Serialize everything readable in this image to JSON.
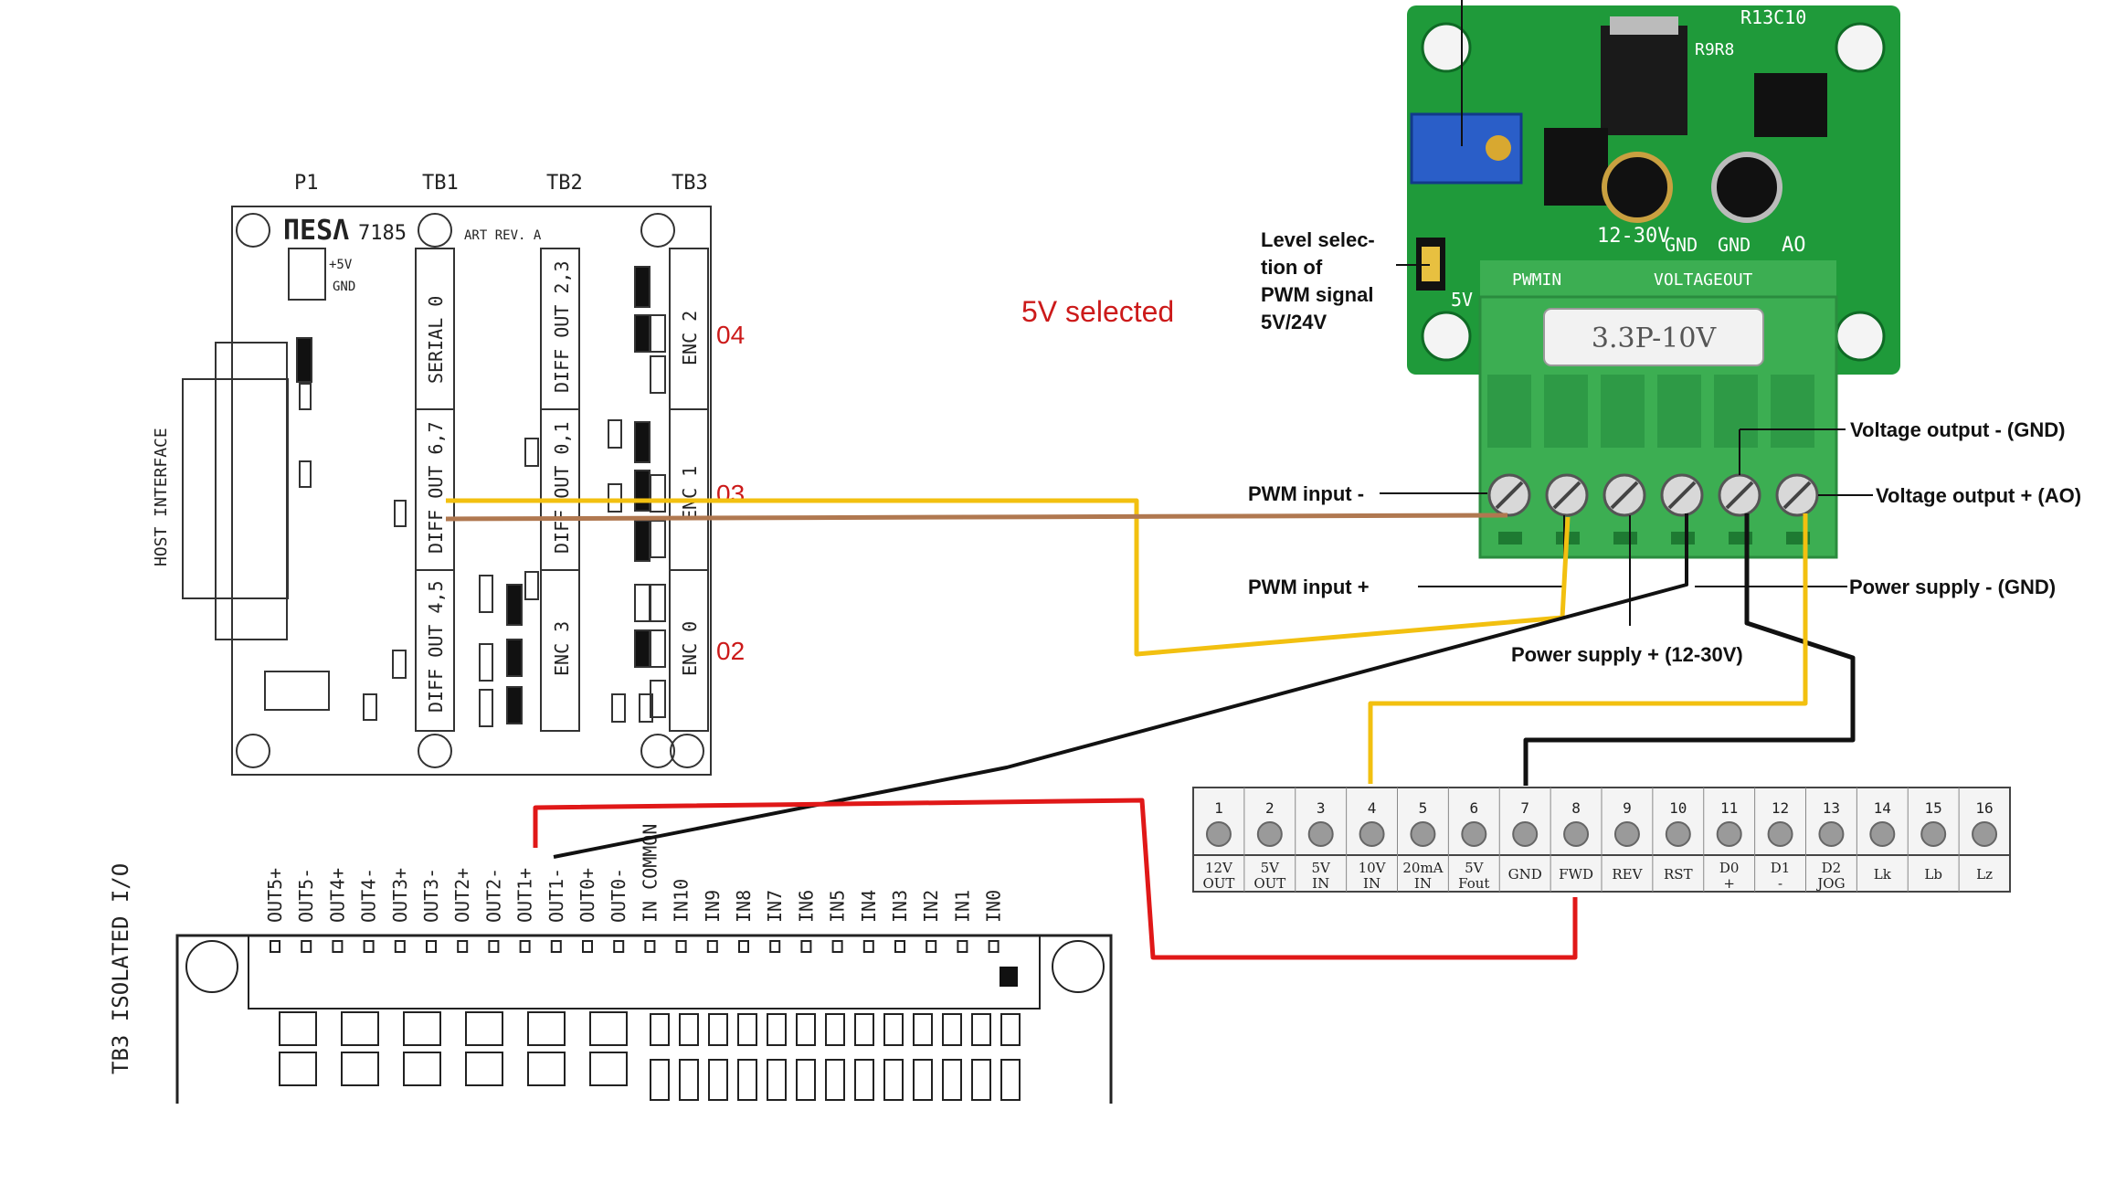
{
  "mesa": {
    "brand": "ΠESΛ",
    "model": "7185",
    "rev": "ART REV. A",
    "header_labels": [
      "P1",
      "TB1",
      "TB2",
      "TB3"
    ],
    "plus5v": "+5V",
    "gnd": "GND",
    "host_interface": "HOST INTERFACE",
    "tb1_blocks": [
      "SERIAL 0",
      "DIFF OUT 6,7",
      "DIFF OUT 4,5"
    ],
    "tb2_blocks": [
      "DIFF OUT 2,3",
      "DIFF OUT 0,1",
      "ENC 3"
    ],
    "tb3_blocks": [
      "ENC 2",
      "ENC 1",
      "ENC 0"
    ],
    "red_markers": [
      "04",
      "03",
      "02"
    ]
  },
  "selected_note": "5V selected",
  "module": {
    "silk_top": "R13C10",
    "silk_left": "R9R8",
    "silk_mid": "12-30V",
    "silk_gnd1": "GND",
    "silk_gnd2": "GND",
    "silk_ao": "AO",
    "silk_pwmin": "PWMIN",
    "silk_voltageout": "VOLTAGEOUT",
    "silk_5v": "5V",
    "badge": "3.3P-10V",
    "level_note": [
      "Level selec-",
      "tion of",
      "PWM signal",
      "5V/24V"
    ]
  },
  "callouts": {
    "voltage_out_minus": "Voltage output - (GND)",
    "voltage_out_plus": "Voltage output + (AO)",
    "pwm_in_minus": "PWM input -",
    "pwm_in_plus": "PWM input +",
    "power_minus": "Power supply - (GND)",
    "power_plus": "Power supply + (12-30V)"
  },
  "vfd_terminal": {
    "numbers": [
      "1",
      "2",
      "3",
      "4",
      "5",
      "6",
      "7",
      "8",
      "9",
      "10",
      "11",
      "12",
      "13",
      "14",
      "15",
      "16"
    ],
    "labels": [
      [
        "12V",
        "OUT"
      ],
      [
        "5V",
        "OUT"
      ],
      [
        "5V",
        "IN"
      ],
      [
        "10V",
        "IN"
      ],
      [
        "20mA",
        "IN"
      ],
      [
        "5V",
        "Fout"
      ],
      [
        "GND",
        ""
      ],
      [
        "FWD",
        ""
      ],
      [
        "REV",
        ""
      ],
      [
        "RST",
        ""
      ],
      [
        "D0",
        "+"
      ],
      [
        "D1",
        "-"
      ],
      [
        "D2",
        "JOG"
      ],
      [
        "Lk",
        ""
      ],
      [
        "Lb",
        ""
      ],
      [
        "Lz",
        ""
      ]
    ]
  },
  "tb3_io": {
    "title": "TB3 ISOLATED I/O",
    "pins": [
      "OUT5+",
      "OUT5-",
      "OUT4+",
      "OUT4-",
      "OUT3+",
      "OUT3-",
      "OUT2+",
      "OUT2-",
      "OUT1+",
      "OUT1-",
      "OUT0+",
      "OUT0-",
      "IN COMMON",
      "IN10",
      "IN9",
      "IN8",
      "IN7",
      "IN6",
      "IN5",
      "IN4",
      "IN3",
      "IN2",
      "IN1",
      "IN0"
    ]
  },
  "colors": {
    "yellow_wire": "#f2c010",
    "brown_wire": "#b07850",
    "black_wire": "#111111",
    "red_wire": "#e01818",
    "pcb_green": "#1f9a3a",
    "terminal_green": "#3cae52",
    "marker_red": "#cc1a1a"
  }
}
